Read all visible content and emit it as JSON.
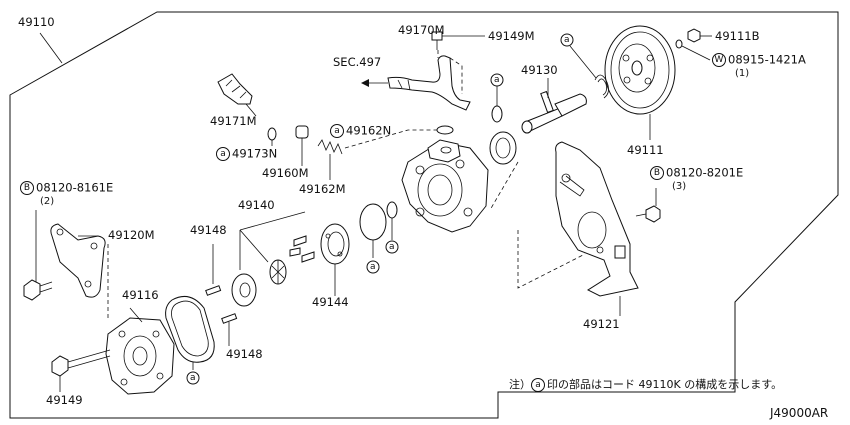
{
  "diagram": {
    "frame_label": "49110",
    "drawing_code": "J49000AR",
    "note": {
      "prefix": "注）",
      "symbol": "a",
      "text": "印の部品はコード 49110K の構成を示します。"
    },
    "sec_ref": "SEC.497",
    "labels": {
      "p49170M": "49170M",
      "p49149M": "49149M",
      "p49111B": "49111B",
      "p08915": "08915-1421A",
      "p08915_qty": "(1)",
      "p08915_symbol": "W",
      "p49130": "49130",
      "p49171M": "49171M",
      "p49162N": "49162N",
      "p49173N": "49173N",
      "p49160M": "49160M",
      "p49162M": "49162M",
      "p49111": "49111",
      "p08120_8201E": "08120-8201E",
      "p08120_8201E_qty": "(3)",
      "p08120_8161E": "08120-8161E",
      "p08120_8161E_qty": "(2)",
      "bolt_symbol": "B",
      "p49120M": "49120M",
      "p49140": "49140",
      "p49148a": "49148",
      "p49148b": "49148",
      "p49116": "49116",
      "p49144": "49144",
      "p49121": "49121",
      "p49149": "49149",
      "marker_a": "a"
    }
  }
}
